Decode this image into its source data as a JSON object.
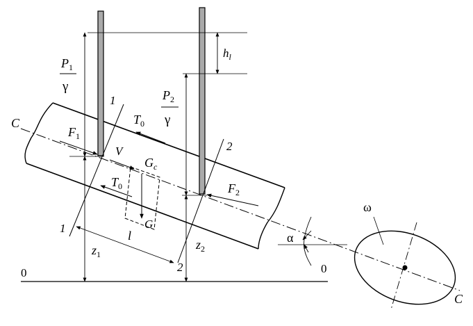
{
  "labels": {
    "p1_num": "P",
    "p1_sub": "1",
    "p1_den": "γ",
    "p2_num": "P",
    "p2_sub": "2",
    "p2_den": "γ",
    "hl_main": "h",
    "hl_sub": "l",
    "t0_top_main": "T",
    "t0_top_sub": "0",
    "t0_bot_main": "T",
    "t0_bot_sub": "0",
    "f1_main": "F",
    "f1_sub": "1",
    "f2_main": "F",
    "f2_sub": "2",
    "v": "V",
    "gc_main": "G",
    "gc_sub": "c",
    "g": "G",
    "c_left": "C",
    "c_right": "C",
    "sec1_top": "1",
    "sec1_bot": "1",
    "sec2_top": "2",
    "sec2_bot": "2",
    "length_l": "l",
    "z1_main": "z",
    "z1_sub": "1",
    "z2_main": "z",
    "z2_sub": "2",
    "datum_left": "0",
    "datum_right": "0",
    "alpha": "α",
    "omega": "ω"
  }
}
